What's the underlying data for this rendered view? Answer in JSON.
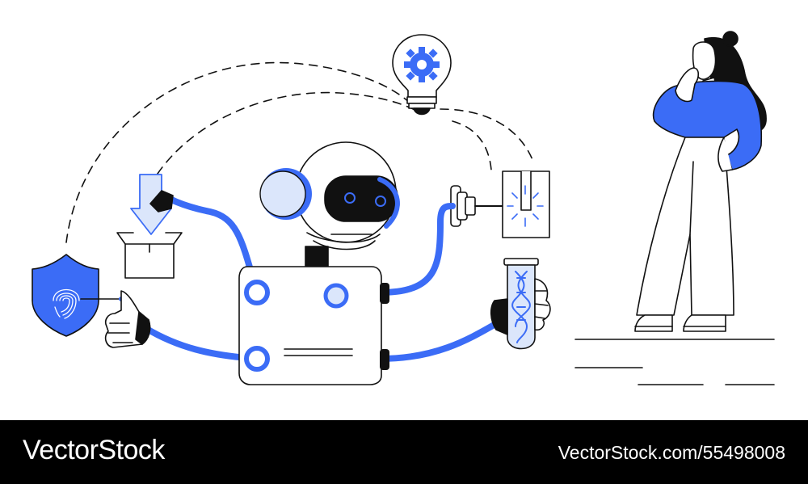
{
  "colors": {
    "accent": "#3b6cf6",
    "light_accent": "#dbe6fb",
    "ink": "#111111",
    "footer_bg": "#000000",
    "footer_text": "#ffffff"
  },
  "illustration": {
    "icons": [
      "shield-fingerprint-icon",
      "download-box-icon",
      "lightbulb-gear-icon",
      "laser-device-icon",
      "dna-test-tube-icon",
      "robot-icon",
      "woman-thinking-figure"
    ]
  },
  "footer": {
    "brand": "VectorStock",
    "image_id": "VectorStock.com/55498008"
  }
}
